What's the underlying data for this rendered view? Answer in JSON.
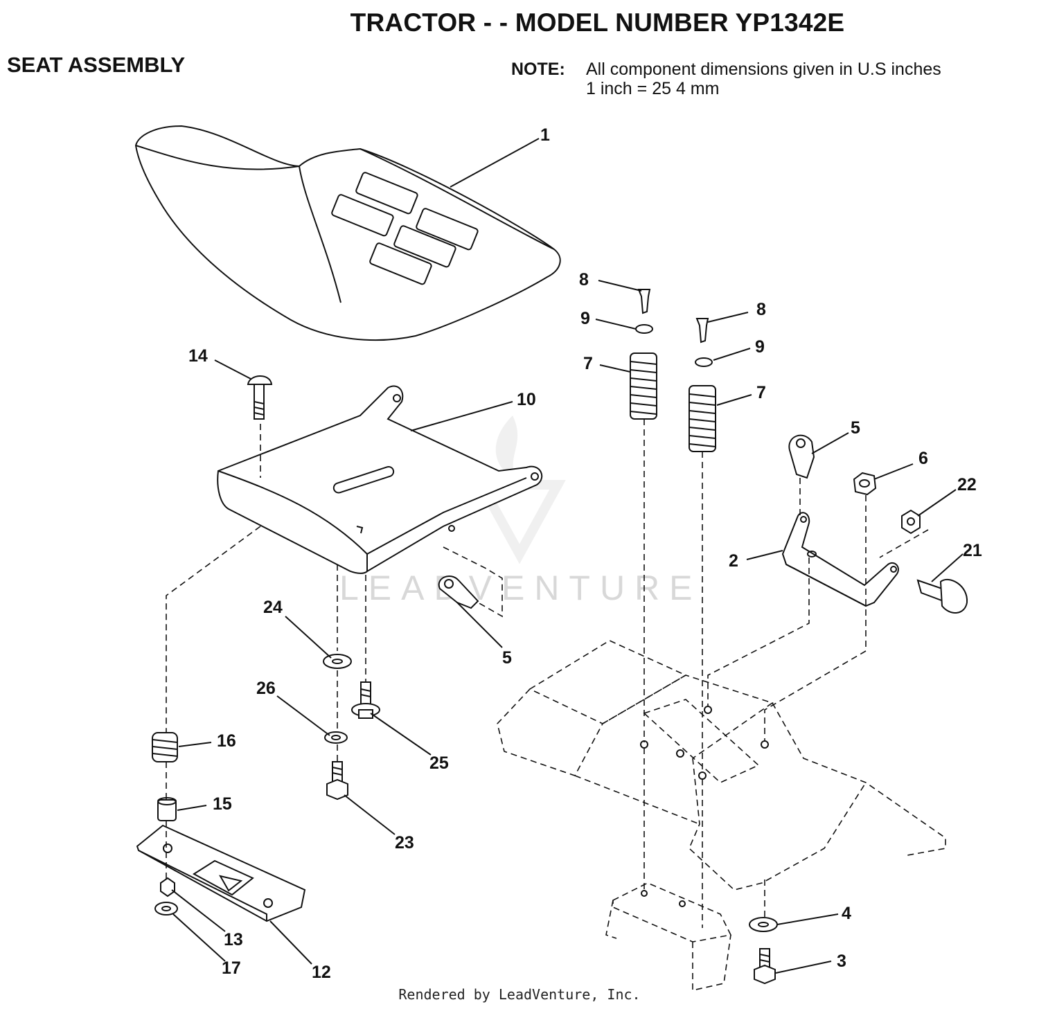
{
  "header": {
    "title": "TRACTOR - - MODEL NUMBER YP1342E",
    "section": "SEAT ASSEMBLY",
    "note_label": "NOTE:",
    "note_line1": "All component dimensions given in U.S inches",
    "note_line2": "1 inch = 25 4 mm"
  },
  "watermark": "LEADVENTURE",
  "footer": "Rendered by LeadVenture, Inc.",
  "callouts": {
    "c1": "1",
    "c2": "2",
    "c3": "3",
    "c4": "4",
    "c5a": "5",
    "c5b": "5",
    "c6": "6",
    "c7a": "7",
    "c7b": "7",
    "c8a": "8",
    "c8b": "8",
    "c9a": "9",
    "c9b": "9",
    "c10": "10",
    "c12": "12",
    "c13": "13",
    "c14": "14",
    "c15": "15",
    "c16": "16",
    "c17": "17",
    "c21": "21",
    "c22": "22",
    "c23": "23",
    "c24": "24",
    "c25": "25",
    "c26": "26"
  }
}
